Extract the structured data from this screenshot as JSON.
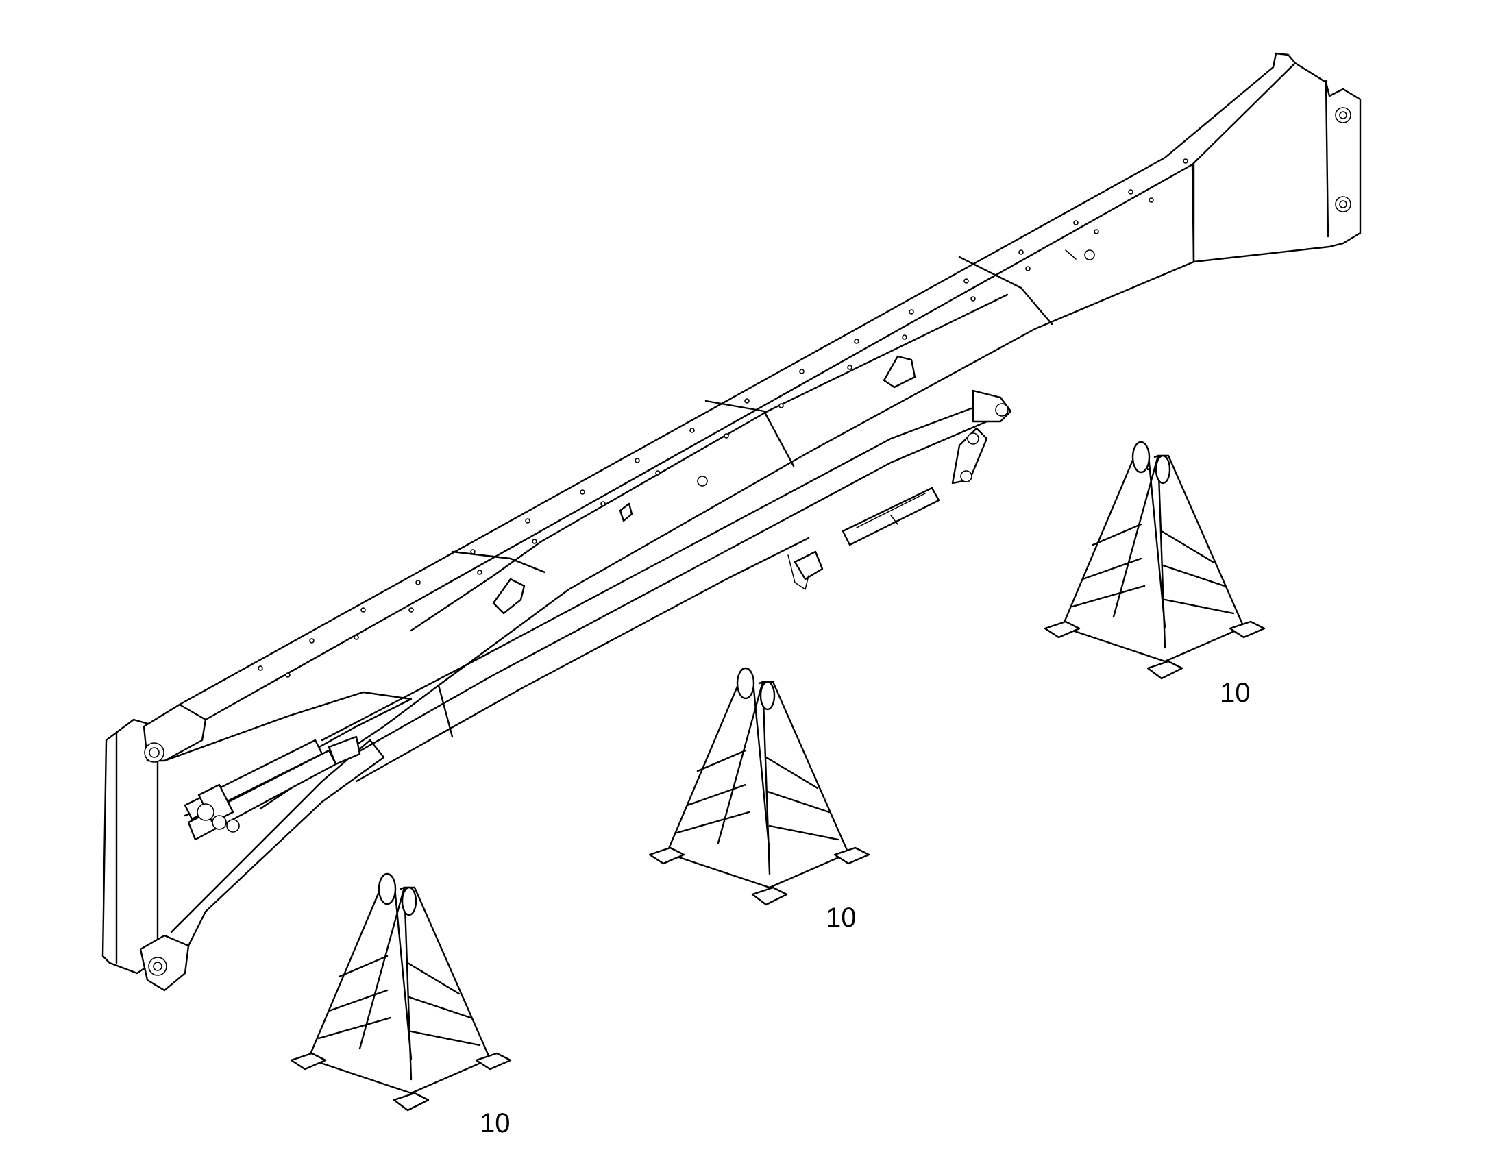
{
  "callouts": [
    {
      "id": "stand-right",
      "label": "10"
    },
    {
      "id": "stand-middle",
      "label": "10"
    },
    {
      "id": "stand-left",
      "label": "10"
    }
  ]
}
